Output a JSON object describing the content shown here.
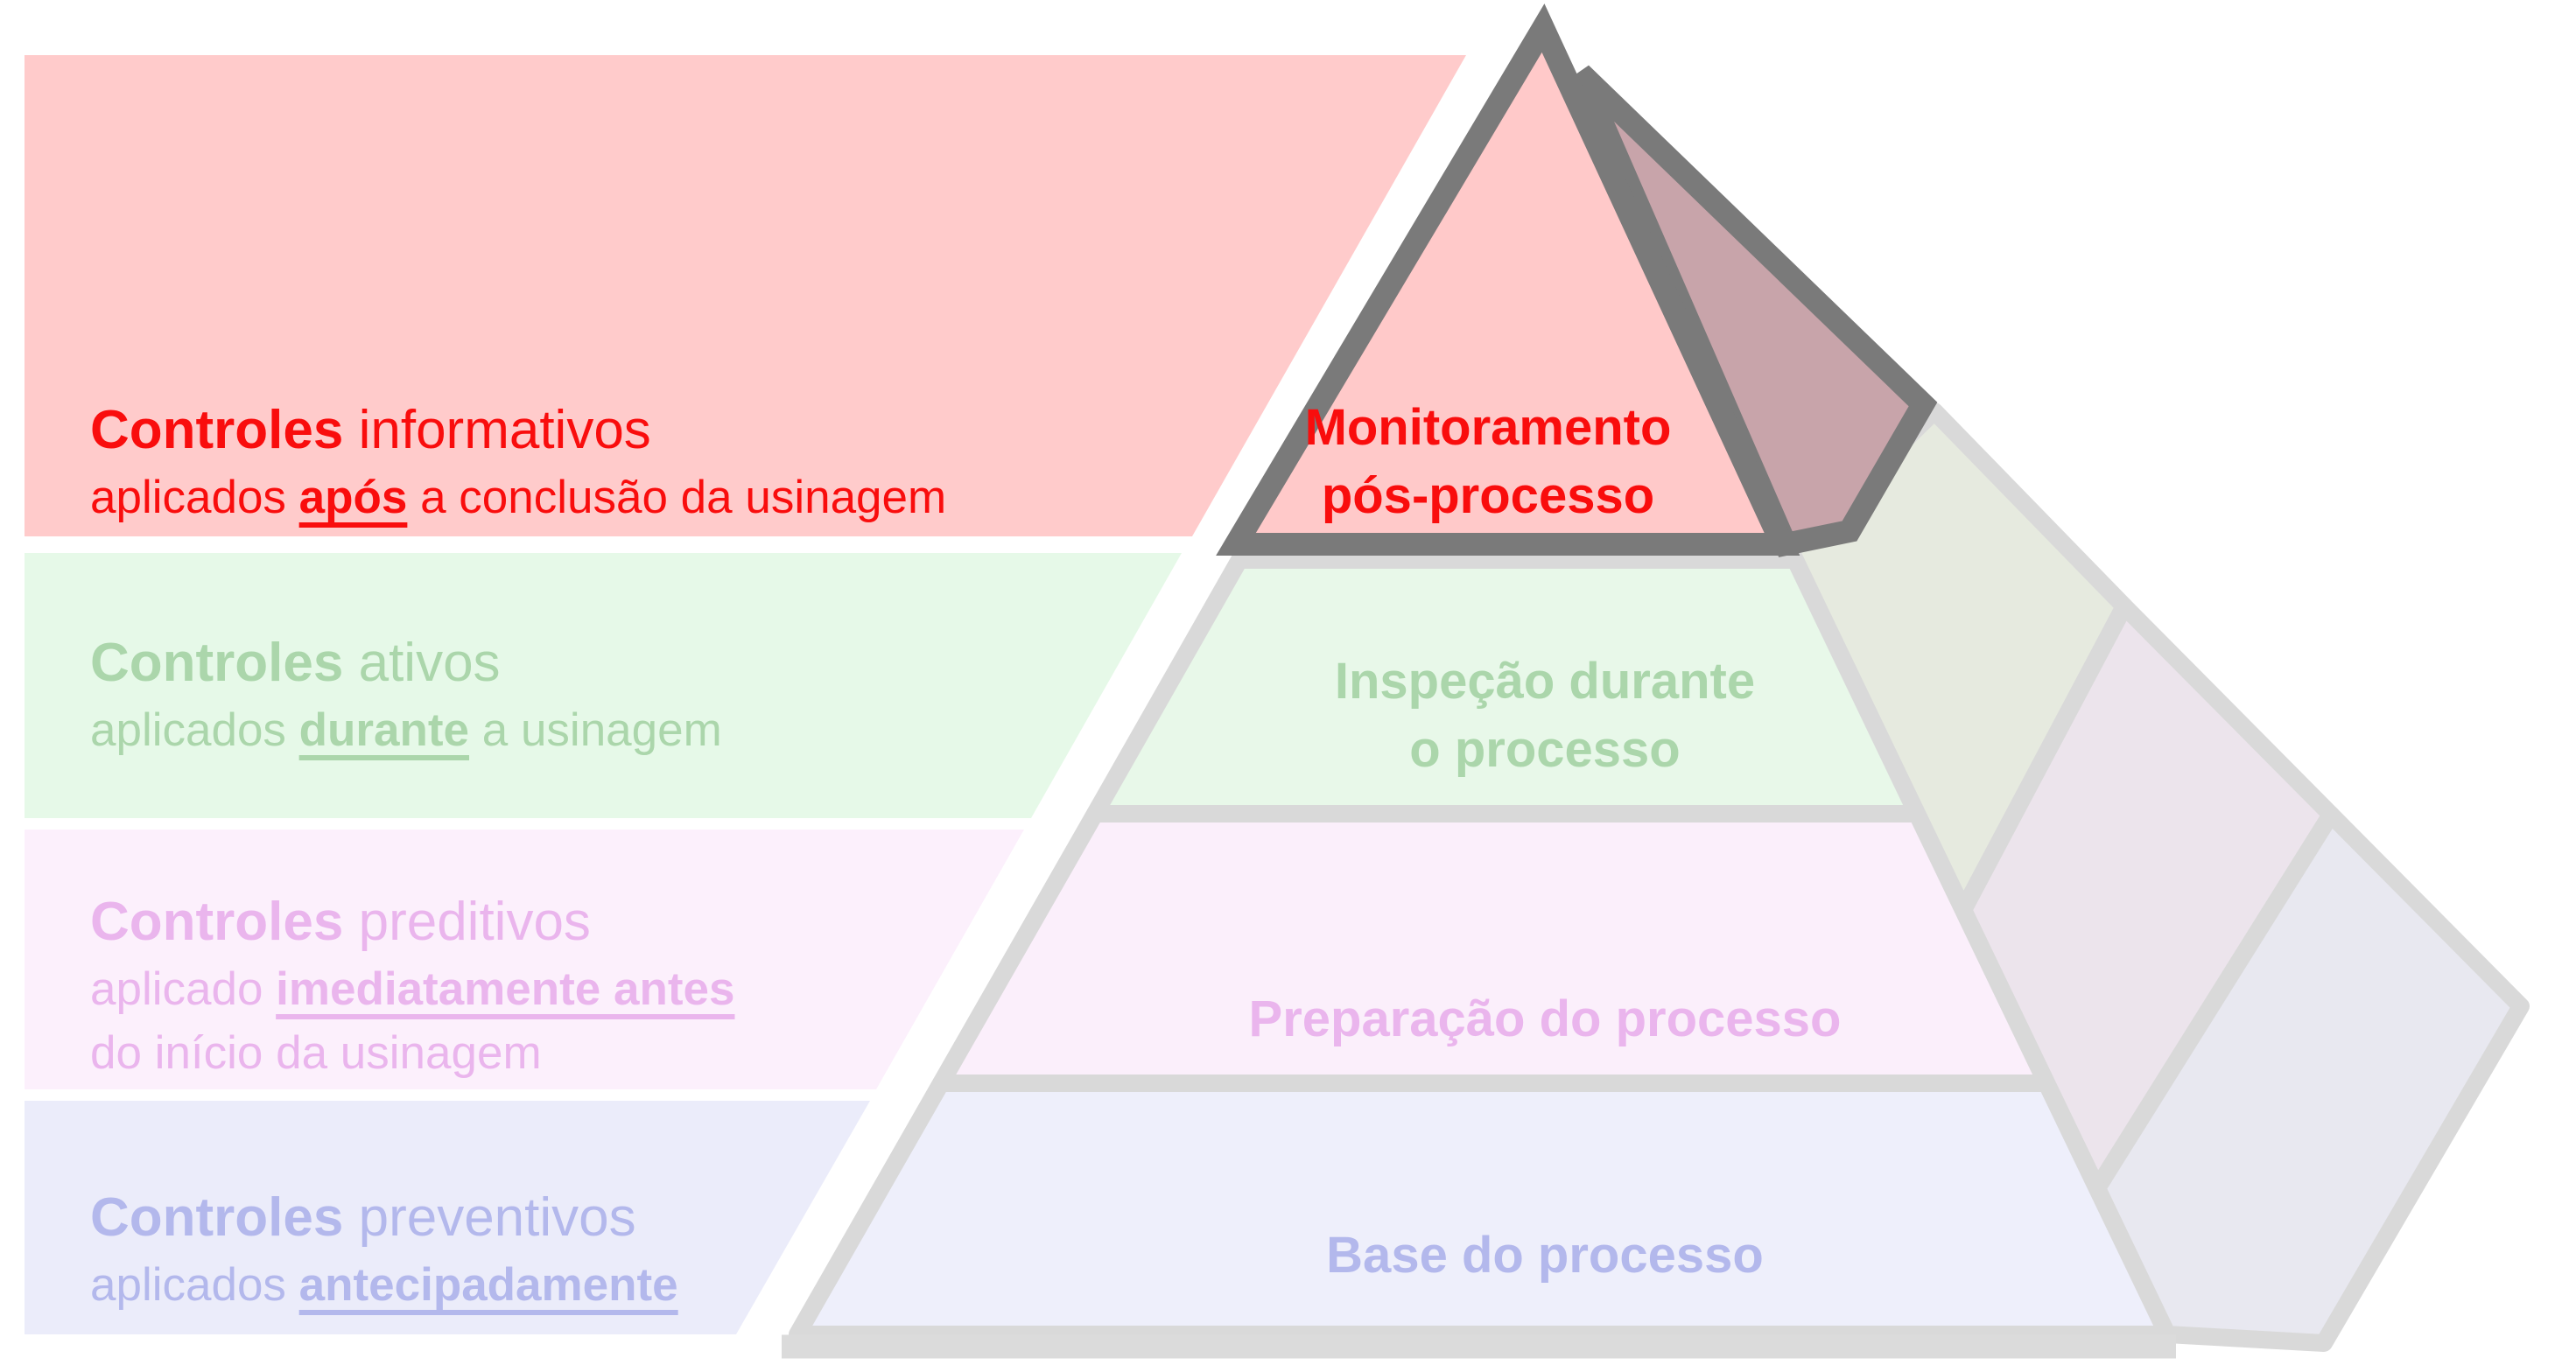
{
  "diagram": {
    "type": "layered-pyramid",
    "language": "pt-BR",
    "levels": 4,
    "highlighted_level": "controles-informativos"
  },
  "colors": {
    "background": "#ffffff",
    "apex_outline": "#7a7a7a",
    "faded_edge": "#d9d9d9",
    "base_strip": "#dbdbdb",
    "apex_front_fill": "#ffc9c9",
    "apex_side_fill": "#c8a4aa",
    "red_text": "#f90d0d",
    "green_text": "#abd6ab",
    "plum_text": "#eab5ed",
    "periwinkle_text": "#b3b8ec"
  },
  "bands": [
    {
      "name": "controles-informativos",
      "strip_color": "#ffcbcb",
      "face_color": "#ffc9c9",
      "side_color": "#c8a4aa",
      "text_color": "#f90d0d",
      "title_bold": "Controles",
      "title_rest": " informativos",
      "desc_pre": "aplicados ",
      "desc_emph": "após",
      "desc_post": " a conclusão da usinagem",
      "desc_line2": "",
      "pyramid_label": [
        "Monitoramento",
        "pós-processo"
      ]
    },
    {
      "name": "controles-ativos",
      "strip_color": "#e6f9e8",
      "face_color": "#e8f8e9",
      "side_color": "#e6eadf",
      "text_color": "#abd6ab",
      "title_bold": "Controles",
      "title_rest": " ativos",
      "desc_pre": "aplicados ",
      "desc_emph": "durante",
      "desc_post": " a usinagem",
      "desc_line2": "",
      "pyramid_label": [
        "Inspeção durante",
        "o processo"
      ]
    },
    {
      "name": "controles-preditivos",
      "strip_color": "#fcf0fc",
      "face_color": "#fbeffb",
      "side_color": "#ece4ec",
      "text_color": "#eab5ed",
      "title_bold": "Controles",
      "title_rest": " preditivos",
      "desc_pre": "aplicado ",
      "desc_emph": "imediatamente antes",
      "desc_post": "",
      "desc_line2": "do início da usinagem",
      "pyramid_label": [
        "Preparação do processo",
        ""
      ]
    },
    {
      "name": "controles-preventivos",
      "strip_color": "#ebecfa",
      "face_color": "#eeeffb",
      "side_color": "#e8e8f0",
      "text_color": "#b3b8ec",
      "title_bold": "Controles",
      "title_rest": " preventivos",
      "desc_pre": "aplicados ",
      "desc_emph": "antecipadamente",
      "desc_post": "",
      "desc_line2": "",
      "pyramid_label": [
        "Base do processo",
        ""
      ]
    }
  ]
}
